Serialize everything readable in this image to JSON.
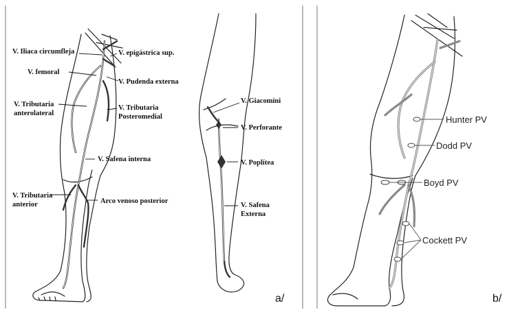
{
  "panel_a": {
    "tag": "a/",
    "labels": {
      "iliaca": "V. Iliaca circumfleja",
      "epigastrica": "V. epigástrica sup.",
      "femoral": "V. femoral",
      "pudenda": "V. Pudenda externa",
      "trib_antlat_1": "V. Tributaria",
      "trib_antlat_2": "anterolateral",
      "trib_postmed_1": "V. Tributaria",
      "trib_postmed_2": "Posteromedial",
      "safena_interna": "V. Safena interna",
      "trib_ant_1": "V. Tributaria",
      "trib_ant_2": "anterior",
      "arco": "Arco venoso posterior",
      "giacomini": "V. Giacomini",
      "perforante": "V. Perforante",
      "poplitea": "V. Poplítea",
      "safena_ext_1": "V. Safena",
      "safena_ext_2": "Externa"
    }
  },
  "panel_b": {
    "tag": "b/",
    "labels": {
      "hunter": "Hunter PV",
      "dodd": "Dodd PV",
      "boyd": "Boyd PV",
      "cockett": "Cockett PV"
    }
  }
}
